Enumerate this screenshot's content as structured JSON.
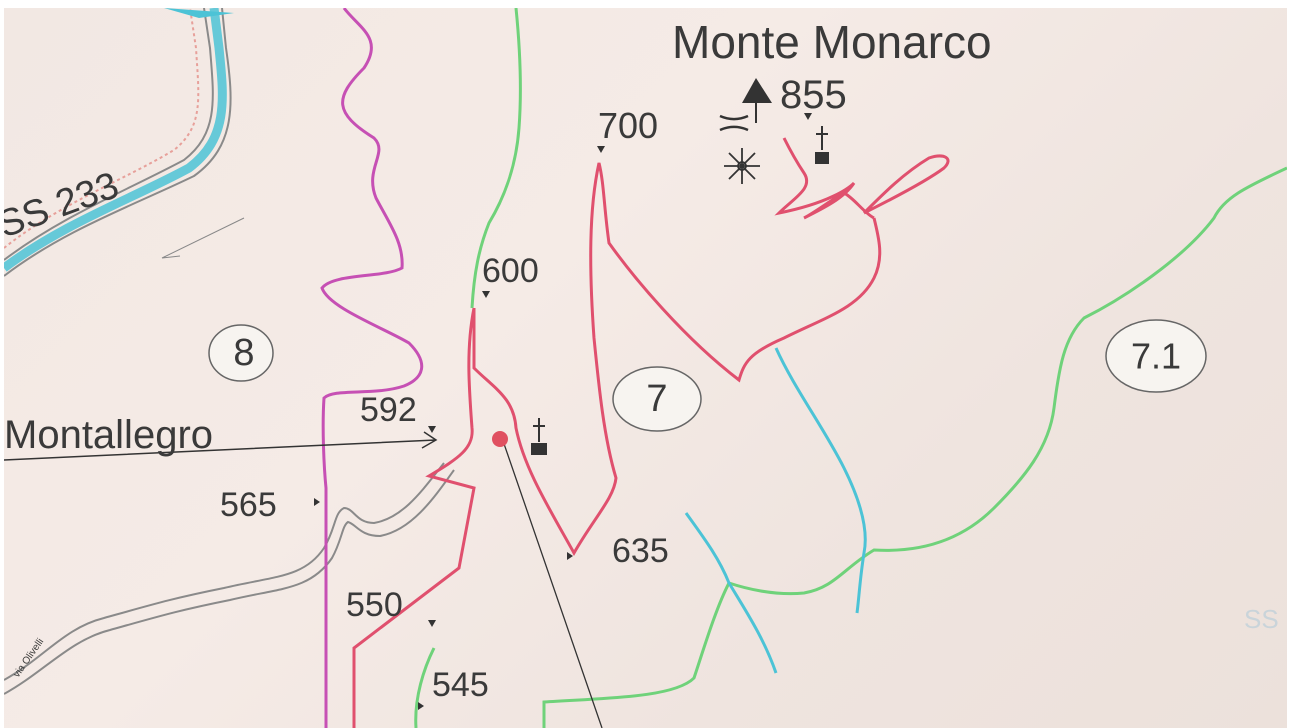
{
  "map": {
    "peak_name": "Monte Monarco",
    "peak_elevation": "855",
    "road_label": "SS 233",
    "village_label": "Montallegro",
    "small_road_label": "via Olivelli",
    "faint_label": "SS",
    "route_numbers": [
      "8",
      "7",
      "7.1"
    ],
    "elevations": {
      "e700": "700",
      "e600": "600",
      "e592": "592",
      "e565": "565",
      "e635": "635",
      "e550": "550",
      "e545": "545"
    },
    "colors": {
      "background": "#f2e8e3",
      "trail_magenta": "#c650b4",
      "trail_red": "#e0506e",
      "stream_green": "#6fd27a",
      "stream_cyan": "#4cc3d6",
      "road_gray": "#8a8a8a",
      "text": "#3a3a3a"
    },
    "icons": [
      "peak-triangle-icon",
      "pass-icon",
      "viewpoint-icon",
      "church-icon",
      "location-dot-icon"
    ]
  }
}
